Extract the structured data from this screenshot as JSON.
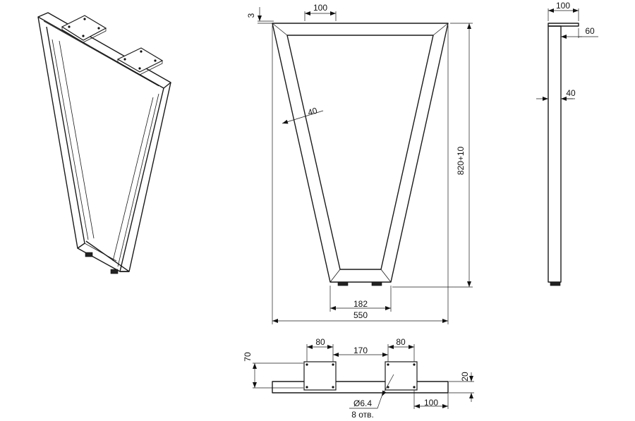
{
  "front_view": {
    "top_thickness": "3",
    "top_segment": "100",
    "bar_width": "40",
    "height": "820+10",
    "bottom_width": "182",
    "overall_width": "550"
  },
  "side_view": {
    "depth": "100",
    "plate_offset": "60",
    "bar_width": "40"
  },
  "plan_view": {
    "plate_height": "70",
    "plate_width_left": "80",
    "plate_gap": "170",
    "plate_width_right": "80",
    "bar_height": "20",
    "bar_overhang": "100",
    "hole_diameter": "Ø6.4",
    "hole_count": "8 отв."
  }
}
